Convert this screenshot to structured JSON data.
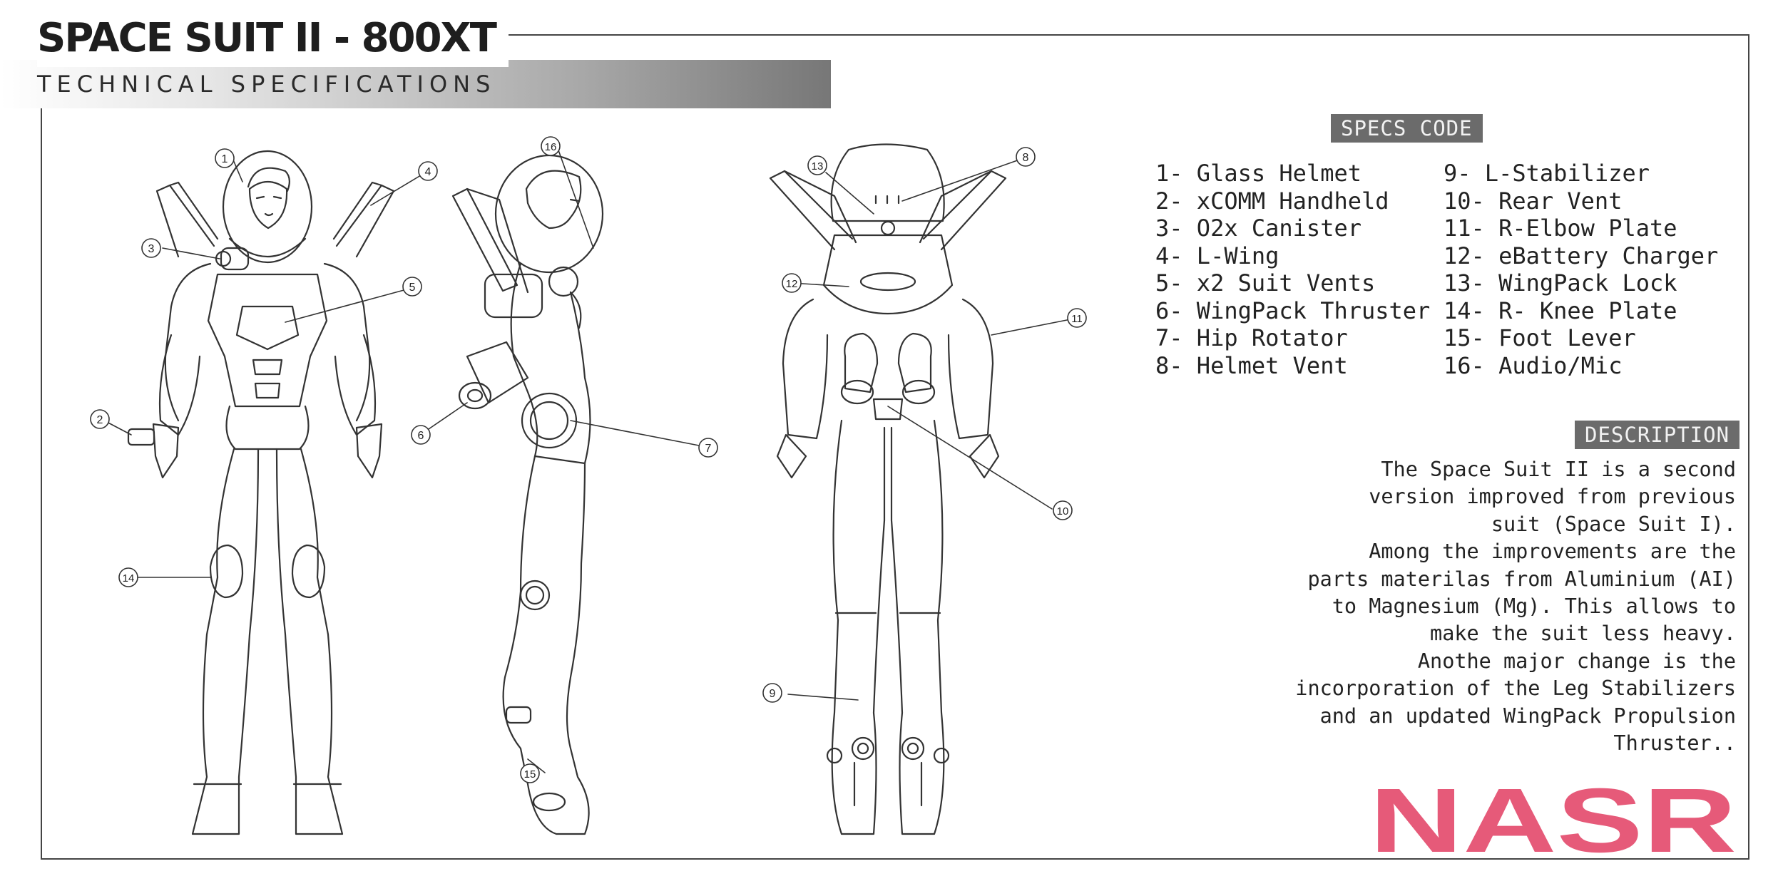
{
  "header": {
    "title": "SPACE SUIT II - 800XT",
    "subtitle": "TECHNICAL SPECIFICATIONS"
  },
  "specs": {
    "heading": "SPECS CODE",
    "items": [
      "1- Glass Helmet",
      "2- xCOMM Handheld",
      "3- O2x Canister",
      "4- L-Wing",
      "5- x2 Suit Vents",
      "6- WingPack Thruster",
      "7- Hip Rotator",
      "8- Helmet Vent",
      "9- L-Stabilizer",
      "10- Rear Vent",
      "11- R-Elbow Plate",
      "12- eBattery Charger",
      "13- WingPack Lock",
      "14- R- Knee Plate",
      "15- Foot Lever",
      "16- Audio/Mic"
    ]
  },
  "description": {
    "heading": "DESCRIPTION",
    "lines": [
      "The Space Suit II is a second",
      "version improved from previous",
      "suit (Space Suit I).",
      "Among the improvements are the",
      "parts materilas from Aluminium (AI)",
      "to Magnesium (Mg). This allows to",
      "make the suit less heavy.",
      "Anothe major change is the",
      "incorporation of the Leg Stabilizers",
      "and an updated WingPack Propulsion",
      "Thruster.."
    ]
  },
  "callouts": [
    "1",
    "2",
    "3",
    "4",
    "5",
    "6",
    "7",
    "8",
    "9",
    "10",
    "11",
    "12",
    "13",
    "14",
    "15",
    "16"
  ],
  "views": [
    "front-view",
    "side-view",
    "back-view"
  ],
  "logo": {
    "text": "NASR",
    "color": "#e65a79"
  },
  "colors": {
    "frame": "#444444",
    "tag_bg": "#6b6b6b",
    "tag_text": "#f2f2f2",
    "sketch_line": "#333333"
  }
}
